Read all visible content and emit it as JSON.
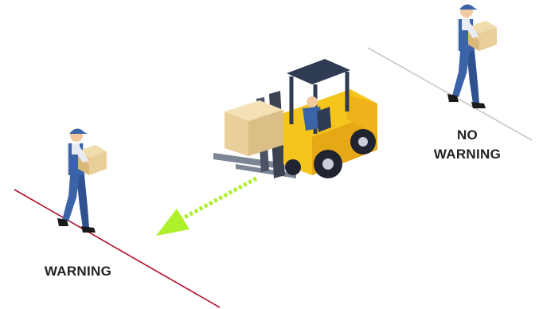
{
  "labels": {
    "warning": "WARNING",
    "no_warning_line1": "NO",
    "no_warning_line2": "WARNING"
  },
  "colors": {
    "warning_line": "#b3122e",
    "no_warning_line": "#c8c8c8",
    "direction_arrow": "#aef02a",
    "forklift_body": "#f6c51c",
    "forklift_dark": "#2f3b52",
    "box": "#e9cf99",
    "worker_uniform": "#3a63a8",
    "worker_shirt": "#e8ecf2"
  },
  "icons": {
    "forklift": "forklift-icon",
    "worker": "worker-carrying-box-icon",
    "arrow": "dotted-arrow-icon"
  }
}
